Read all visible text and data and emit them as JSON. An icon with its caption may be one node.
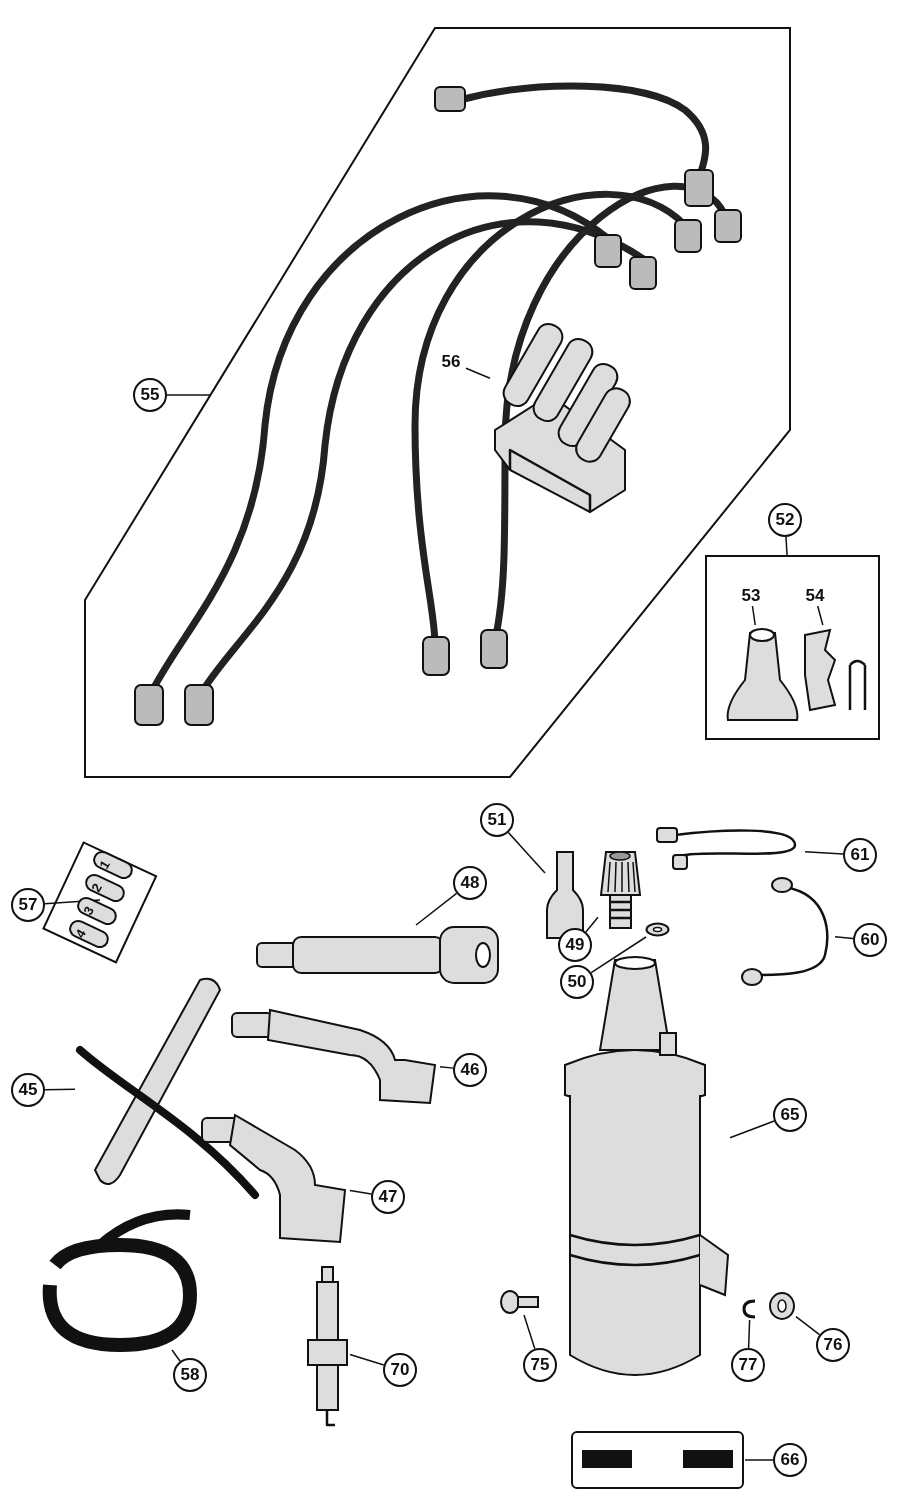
{
  "diagram": {
    "nodes": [
      {
        "text": [
          "55"
        ]
      },
      {
        "text": [],
        "shape": "picture"
      },
      {
        "text": [
          "56"
        ],
        "in": 1
      },
      {
        "text": [],
        "shape": "picture",
        "in": 1
      },
      {
        "text": [
          "52"
        ]
      },
      {
        "text": [],
        "shape": "box"
      },
      {
        "text": [
          "53"
        ],
        "in": 5
      },
      {
        "text": [],
        "shape": "picture",
        "in": 5
      },
      {
        "text": [
          "54"
        ],
        "in": 5
      },
      {
        "text": [],
        "shape": "picture",
        "in": 5
      },
      {
        "text": [
          "51"
        ]
      },
      {
        "text": [],
        "shape": "picture"
      },
      {
        "text": [
          "61"
        ]
      },
      {
        "text": [],
        "shape": "picture"
      },
      {
        "text": [
          "57"
        ]
      },
      {
        "text": [],
        "shape": "picture"
      },
      {
        "text": [
          "48"
        ]
      },
      {
        "text": [],
        "shape": "picture"
      },
      {
        "text": [
          "49"
        ]
      },
      {
        "text": [],
        "shape": "picture"
      },
      {
        "text": [
          "60"
        ]
      },
      {
        "text": [],
        "shape": "picture"
      },
      {
        "text": [
          "50"
        ]
      },
      {
        "text": [],
        "shape": "picture"
      },
      {
        "text": [
          "46"
        ]
      },
      {
        "text": [],
        "shape": "picture"
      },
      {
        "text": [
          "45"
        ]
      },
      {
        "text": [],
        "shape": "picture"
      },
      {
        "text": [
          "65"
        ]
      },
      {
        "text": [],
        "shape": "picture"
      },
      {
        "text": [
          "47"
        ]
      },
      {
        "text": [],
        "shape": "picture"
      },
      {
        "text": [
          "75"
        ]
      },
      {
        "text": [],
        "shape": "picture"
      },
      {
        "text": [
          "77"
        ]
      },
      {
        "text": [],
        "shape": "picture"
      },
      {
        "text": [
          "76"
        ]
      },
      {
        "text": [],
        "shape": "picture"
      },
      {
        "text": [
          "58"
        ]
      },
      {
        "text": [],
        "shape": "picture"
      },
      {
        "text": [
          "70"
        ]
      },
      {
        "text": [],
        "shape": "picture"
      },
      {
        "text": [
          "66"
        ]
      },
      {
        "text": [],
        "shape": "picture"
      }
    ],
    "edges": [
      {
        "from": 0,
        "to": 1,
        "arrow": "none"
      },
      {
        "from": 2,
        "to": 3,
        "arrow": "none"
      },
      {
        "from": 4,
        "to": 5,
        "arrow": "none"
      },
      {
        "from": 6,
        "to": 7,
        "arrow": "none"
      },
      {
        "from": 8,
        "to": 9,
        "arrow": "none"
      },
      {
        "from": 10,
        "to": 11,
        "arrow": "none"
      },
      {
        "from": 12,
        "to": 13,
        "arrow": "none"
      },
      {
        "from": 14,
        "to": 15,
        "arrow": "none"
      },
      {
        "from": 16,
        "to": 17,
        "arrow": "none"
      },
      {
        "from": 18,
        "to": 19,
        "arrow": "none"
      },
      {
        "from": 20,
        "to": 21,
        "arrow": "none"
      },
      {
        "from": 22,
        "to": 23,
        "arrow": "none"
      },
      {
        "from": 24,
        "to": 25,
        "arrow": "none"
      },
      {
        "from": 26,
        "to": 27,
        "arrow": "none"
      },
      {
        "from": 28,
        "to": 29,
        "arrow": "none"
      },
      {
        "from": 30,
        "to": 31,
        "arrow": "none"
      },
      {
        "from": 32,
        "to": 33,
        "arrow": "none"
      },
      {
        "from": 34,
        "to": 35,
        "arrow": "none"
      },
      {
        "from": 36,
        "to": 37,
        "arrow": "none"
      },
      {
        "from": 38,
        "to": 39,
        "arrow": "none"
      },
      {
        "from": 40,
        "to": 41,
        "arrow": "none"
      },
      {
        "from": 42,
        "to": 43,
        "arrow": "none"
      }
    ],
    "labels": [
      "1",
      "2",
      "3",
      "4"
    ]
  }
}
